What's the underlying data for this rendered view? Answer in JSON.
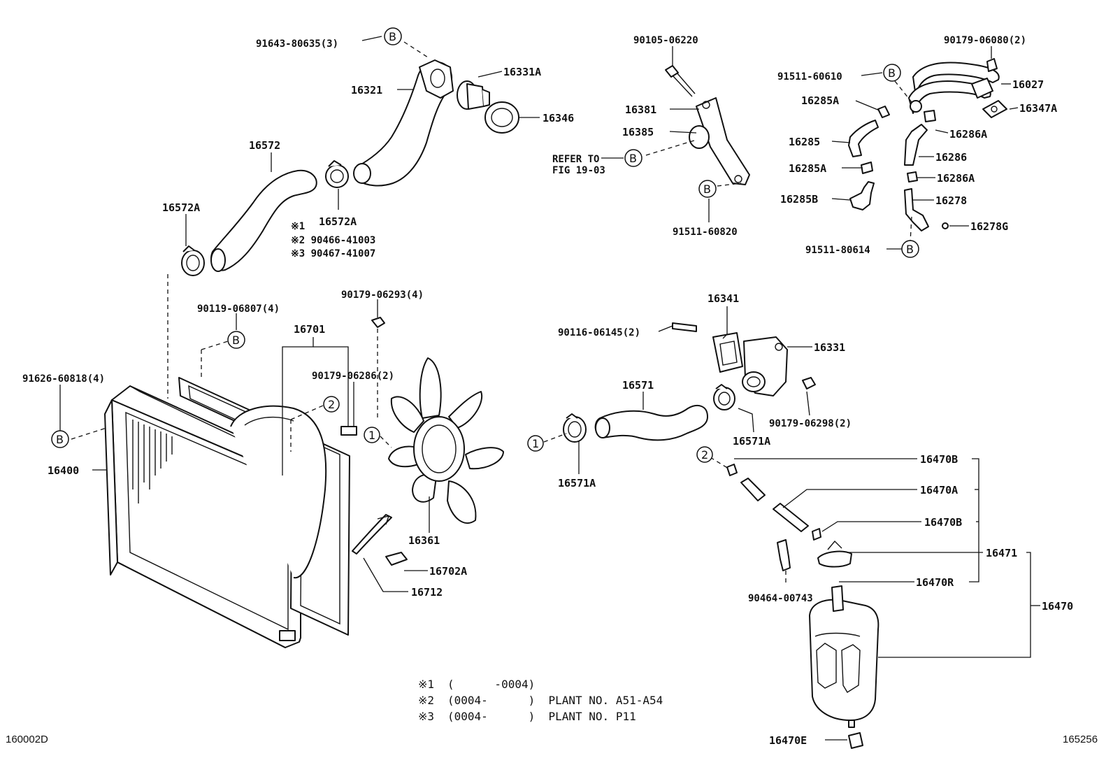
{
  "labels": {
    "p91643_80635": "91643-80635(3)",
    "p16321": "16321",
    "p16331A": "16331A",
    "p16346": "16346",
    "p16572": "16572",
    "p16572A_left": "16572A",
    "p16572A_mid": "16572A",
    "note1": "※1",
    "note2_part": "※2 90466-41003",
    "note3_part": "※3 90467-41007",
    "p90105_06220": "90105-06220",
    "p16381": "16381",
    "p16385": "16385",
    "refer_to": "REFER TO",
    "fig": "FIG 19-03",
    "p91511_60820": "91511-60820",
    "p90179_06080": "90179-06080(2)",
    "p91511_60610": "91511-60610",
    "p16027": "16027",
    "p16285A_top": "16285A",
    "p16347A": "16347A",
    "p16286A_top": "16286A",
    "p16285": "16285",
    "p16286": "16286",
    "p16285A_mid": "16285A",
    "p16286A_mid": "16286A",
    "p16285B": "16285B",
    "p16278": "16278",
    "p16278G": "16278G",
    "p91511_80614": "91511-80614",
    "p90119_06807": "90119-06807(4)",
    "p90179_06293": "90179-06293(4)",
    "p16701": "16701",
    "p90179_06286": "90179-06286(2)",
    "p91626_60818": "91626-60818(4)",
    "p16400": "16400",
    "p16361": "16361",
    "p16702A": "16702A",
    "p16712": "16712",
    "p16341": "16341",
    "p90116_06145": "90116-06145(2)",
    "p16331": "16331",
    "p16571": "16571",
    "p16571A_right": "16571A",
    "p90179_06298": "90179-06298(2)",
    "p16571A_left": "16571A",
    "p16470B_top": "16470B",
    "p16470A": "16470A",
    "p16470B_mid": "16470B",
    "p16471": "16471",
    "p16470R": "16470R",
    "p90464_00743": "90464-00743",
    "p16470": "16470",
    "p16470E": "16470E"
  },
  "callouts": {
    "b": "B",
    "one": "1",
    "two": "2"
  },
  "notes": {
    "n1_mark": "※1",
    "n1_text": "(      -0004)",
    "n2_mark": "※2",
    "n2_text": "(0004-      )  PLANT NO. A51-A54",
    "n3_mark": "※3",
    "n3_text": "(0004-      )  PLANT NO. P11"
  },
  "corners": {
    "left_code": "160002D",
    "right_code": "165256"
  }
}
